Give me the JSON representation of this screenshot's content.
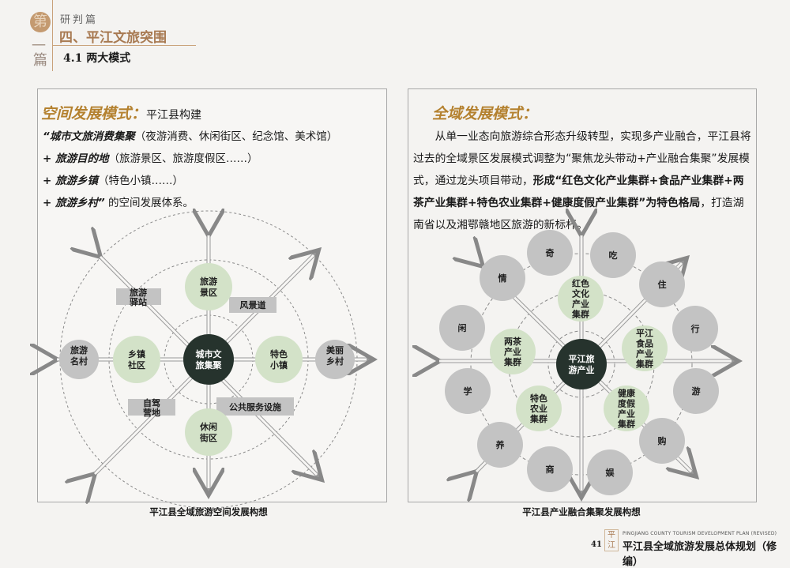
{
  "header": {
    "seal_char": "第",
    "dash_char": "一",
    "pian_char": "篇",
    "subtitle": "研判篇",
    "chapter": "四、平江文旅突围",
    "section": "4.1 两大模式"
  },
  "left": {
    "title": "空间发展模式：",
    "title_suffix": "平江县构建",
    "lines": [
      {
        "b": "“城市文旅消费集聚",
        "n": "（夜游消费、休闲街区、纪念馆、美术馆）"
      },
      {
        "b": "+ 旅游目的地",
        "n": "（旅游景区、旅游度假区……）"
      },
      {
        "b": "+ 旅游乡镇",
        "n": "（特色小镇……）"
      },
      {
        "b": "+ 旅游乡村”",
        "n": " 的空间发展体系。"
      }
    ],
    "diagram": {
      "center": [
        "城市文",
        "旅集聚"
      ],
      "green": [
        [
          "旅游",
          "景区"
        ],
        [
          "乡镇",
          "社区"
        ],
        [
          "特色",
          "小镇"
        ],
        [
          "休闲",
          "街区"
        ]
      ],
      "gray": [
        [
          "旅游",
          "名村"
        ],
        [
          "美丽",
          "乡村"
        ]
      ],
      "labels": [
        [
          "旅游",
          "驿站"
        ],
        [
          "风景道"
        ],
        [
          "自驾",
          "营地"
        ],
        [
          "公共服务设施"
        ]
      ]
    },
    "caption": "平江县全域旅游空间发展构想"
  },
  "right": {
    "title": "全域发展模式：",
    "para_normal": "从单一业态向旅游综合形态升级转型，实现多产业融合，平江县将过去的全域景区发展模式调整为“聚焦龙头带动+产业融合集聚”发展模式，通过龙头项目带动，",
    "para_bold": "形成“红色文化产业集群+食品产业集群+两茶产业集群+特色农业集群+健康度假产业集群”为特色格局",
    "para_end": "，打造湖南省以及湘鄂赣地区旅游的新标杆。",
    "diagram": {
      "center": [
        "平江旅",
        "游产业"
      ],
      "green": [
        [
          "红色",
          "文化",
          "产业",
          "集群"
        ],
        [
          "平江",
          "食品",
          "产业",
          "集群"
        ],
        [
          "健康",
          "度假",
          "产业",
          "集群"
        ],
        [
          "特色",
          "农业",
          "集群"
        ],
        [
          "两茶",
          "产业",
          "集群"
        ]
      ],
      "ring": [
        "奇",
        "吃",
        "住",
        "行",
        "游",
        "购",
        "娱",
        "商",
        "养",
        "学",
        "闲",
        "情"
      ]
    },
    "caption": "平江县产业融合集聚发展构想"
  },
  "footer": {
    "page": "41",
    "en": "PINGJIANG COUNTY TOURISM DEVELOPMENT PLAN (REVISED)",
    "cn": "平江县全域旅游发展总体规划（修编）",
    "logo": "平江"
  },
  "colors": {
    "accent": "#b4812f",
    "green": "#d3e2c8",
    "gray": "#c3c3c3",
    "dark": "#26332d"
  }
}
